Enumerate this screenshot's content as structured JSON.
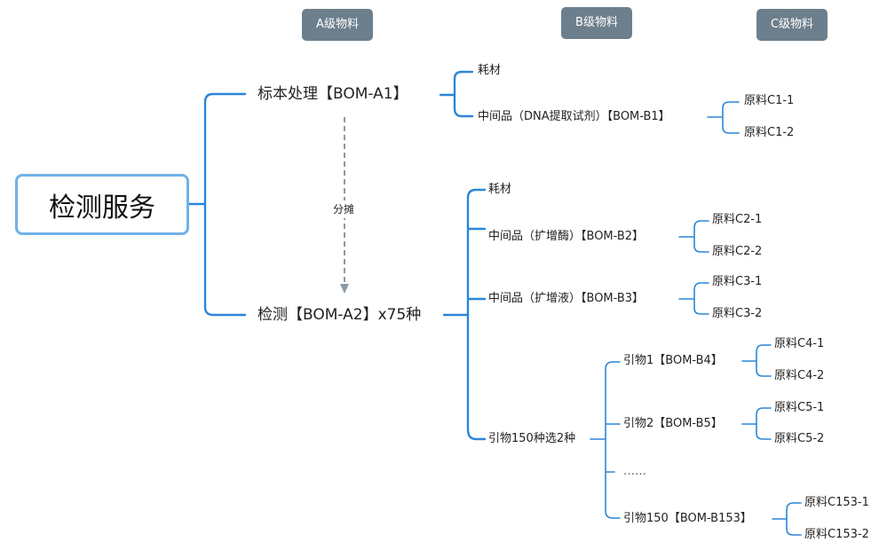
{
  "headers": {
    "a": "A级物料",
    "b": "B级物料",
    "c": "C级物料"
  },
  "root": "检测服务",
  "allocation_label": "分摊",
  "a1": {
    "label": "标本处理【BOM-A1】",
    "children": {
      "consumable": "耗材",
      "intermediate": "中间品（DNA提取试剂）【BOM-B1】",
      "materials": [
        "原料C1-1",
        "原料C1-2"
      ]
    }
  },
  "a2": {
    "label": "检测【BOM-A2】x75种",
    "consumable": "耗材",
    "b2": {
      "label": "中间品（扩增酶）【BOM-B2】",
      "materials": [
        "原料C2-1",
        "原料C2-2"
      ]
    },
    "b3": {
      "label": "中间品（扩增液）【BOM-B3】",
      "materials": [
        "原料C3-1",
        "原料C3-2"
      ]
    },
    "primers": {
      "label": "引物150种选2种",
      "b4": {
        "label": "引物1【BOM-B4】",
        "materials": [
          "原料C4-1",
          "原料C4-2"
        ]
      },
      "b5": {
        "label": "引物2【BOM-B5】",
        "materials": [
          "原料C5-1",
          "原料C5-2"
        ]
      },
      "ellipsis": "……",
      "b153": {
        "label": "引物150【BOM-B153】",
        "materials": [
          "原料C153-1",
          "原料C153-2"
        ]
      }
    }
  },
  "colors": {
    "line": "#2b86d8",
    "header_bg": "#6d7f8c",
    "root_border": "#6fb2e9",
    "dashed": "#8a9aa6"
  }
}
